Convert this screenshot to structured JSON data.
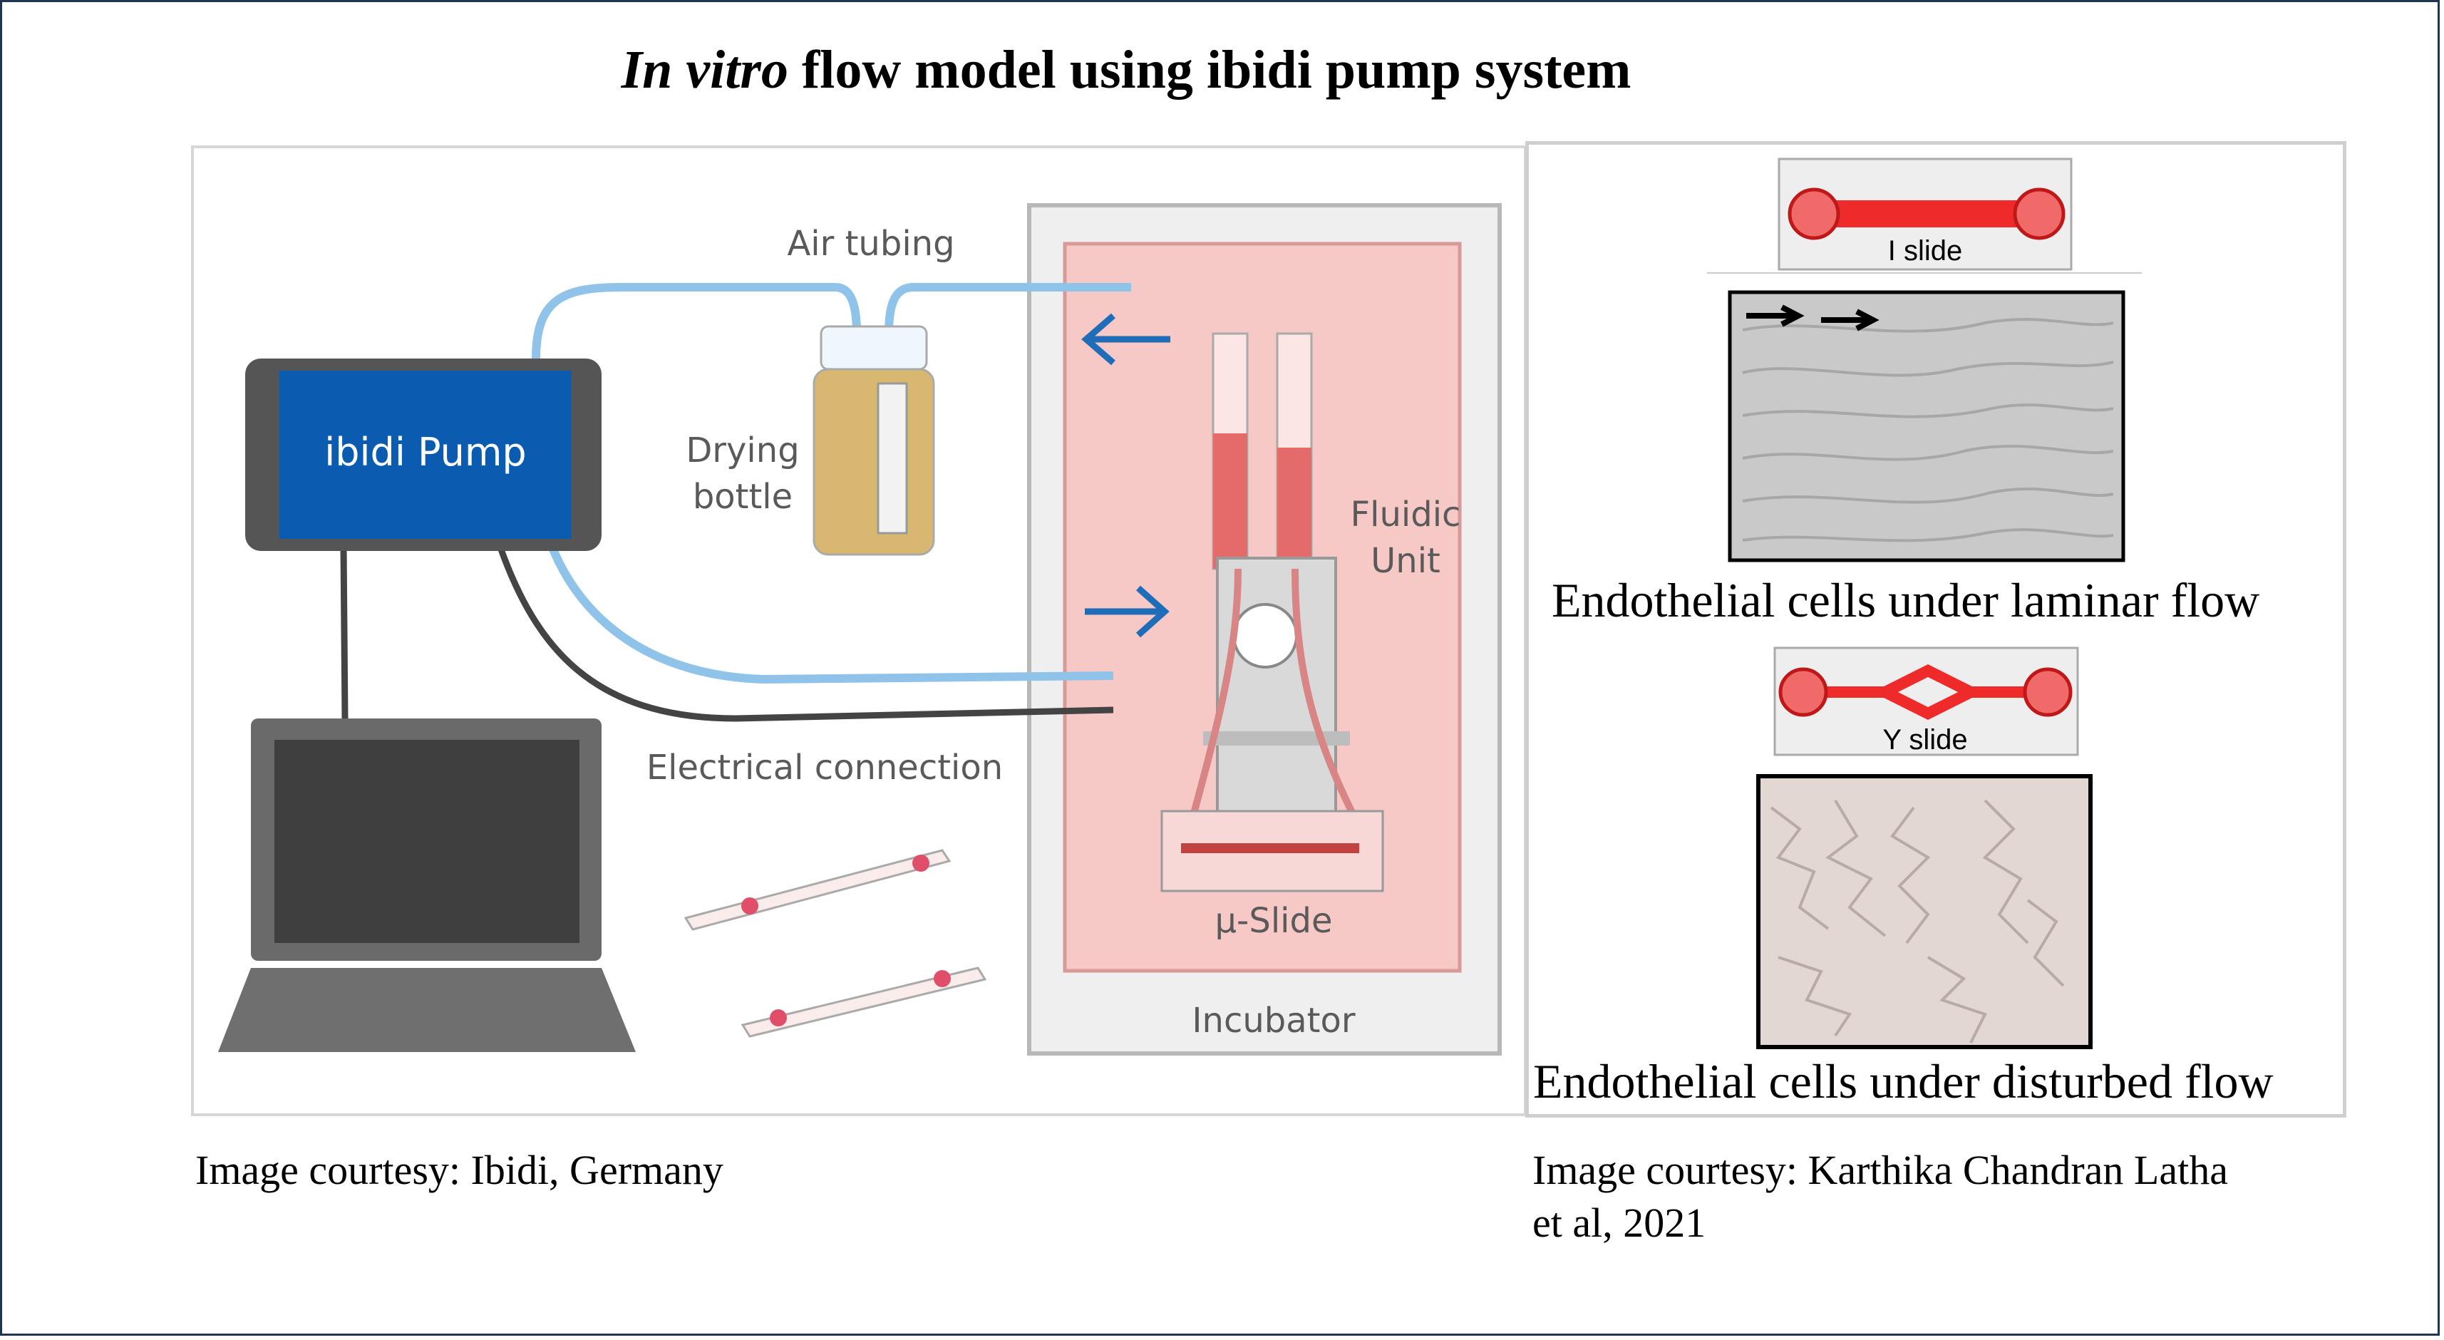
{
  "title": {
    "italic": "In vitro",
    "rest": " flow model using ibidi pump system"
  },
  "diagram": {
    "pump_label": "ibidi Pump",
    "air_tubing": "Air tubing",
    "drying_line1": "Drying",
    "drying_line2": "bottle",
    "fluidic_line1": "Fluidic",
    "fluidic_line2": "Unit",
    "electrical": "Electrical connection",
    "slide": "µ-Slide",
    "incubator": "Incubator"
  },
  "right": {
    "i_slide": "I slide",
    "laminar": "Endothelial cells under laminar flow",
    "y_slide": "Y slide",
    "disturbed": "Endothelial cells under disturbed flow"
  },
  "captions": {
    "left": "Image courtesy: Ibidi, Germany",
    "right_line1": "Image courtesy: Karthika Chandran Latha",
    "right_line2": "et al, 2021"
  },
  "colors": {
    "pump_screen": "#0b5cb0",
    "tubing": "#8fc3ea",
    "incubator_fill": "#f6c9c6",
    "flow_red": "#ee2a2a"
  }
}
